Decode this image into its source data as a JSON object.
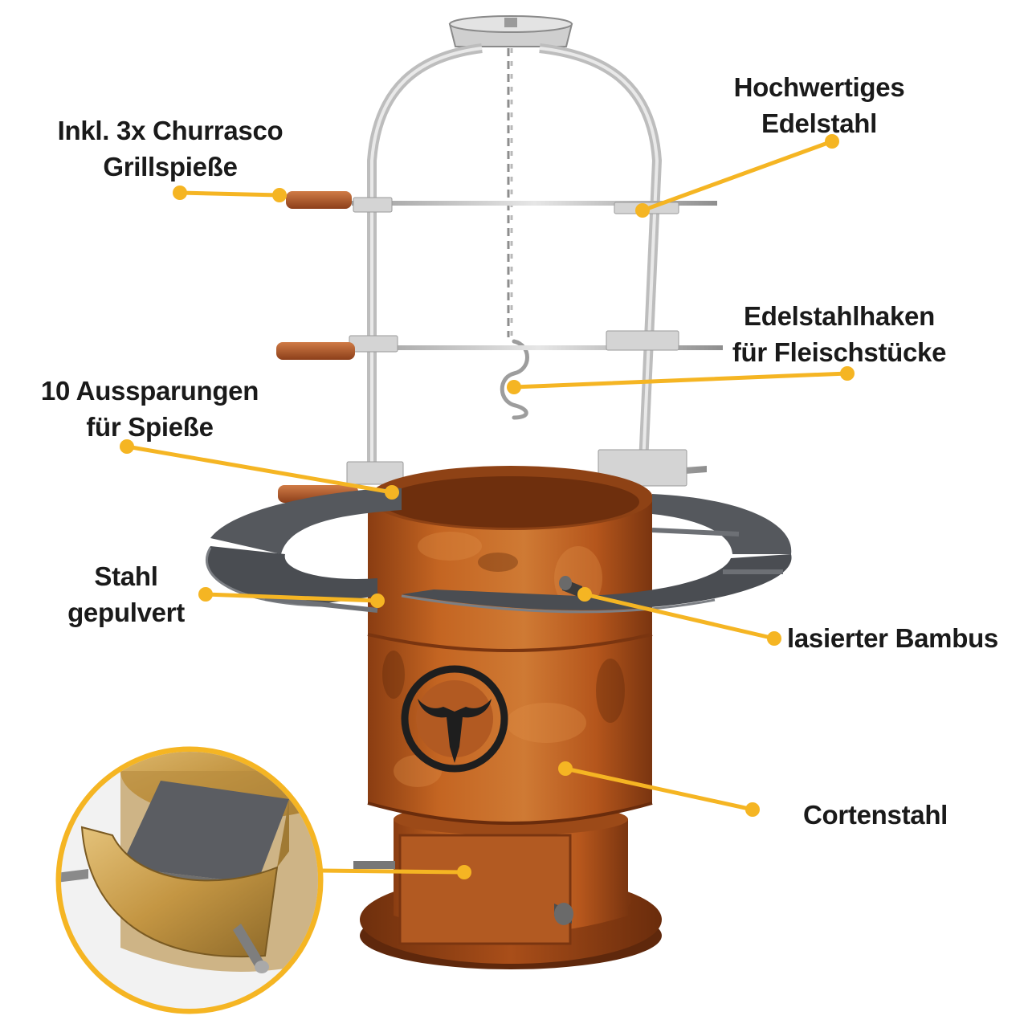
{
  "labels": {
    "skewers": {
      "line1": "Inkl. 3x Churrasco",
      "line2": "Grillspieße"
    },
    "stainless": {
      "line1": "Hochwertiges",
      "line2": "Edelstahl"
    },
    "hooks": {
      "line1": "Edelstahlhaken",
      "line2": "für Fleischstücke"
    },
    "notches": {
      "line1": "10 Aussparungen",
      "line2": "für Spieße"
    },
    "powder_steel": {
      "line1": "Stahl",
      "line2": "gepulvert"
    },
    "bamboo": {
      "line1": "lasierter Bambus"
    },
    "corten": {
      "line1": "Cortenstahl"
    }
  },
  "colors": {
    "accent": "#f5b523",
    "rust": "#b5561c",
    "rust_dark": "#7a3510",
    "steel": "#c9c9c9",
    "shelf": "#4a4d52",
    "wood": "#b0582a",
    "text": "#1a1a1a"
  },
  "icons": {
    "bull": "bull-skull-logo",
    "callout": "callout-dot"
  }
}
